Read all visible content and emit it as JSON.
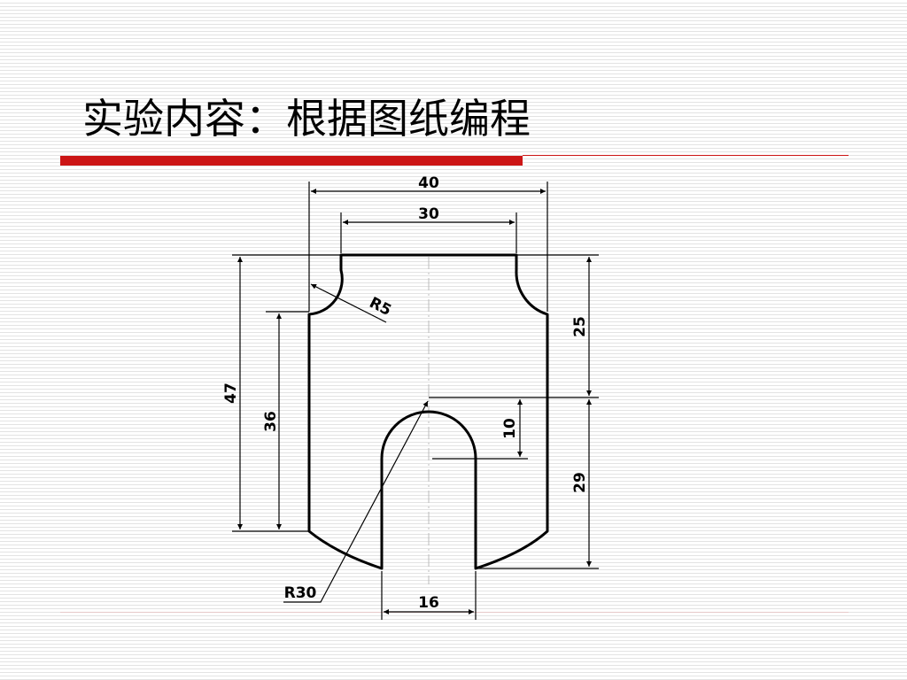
{
  "slide": {
    "title": "实验内容：根据图纸编程"
  },
  "drawing": {
    "dimensions": {
      "overall_width": "40",
      "top_width": "30",
      "fillet_radius": "R5",
      "upper_height": "25",
      "total_height": "47",
      "side_height": "36",
      "slot_depth": "10",
      "lower_height": "29",
      "arc_radius": "R30",
      "slot_width": "16"
    }
  }
}
